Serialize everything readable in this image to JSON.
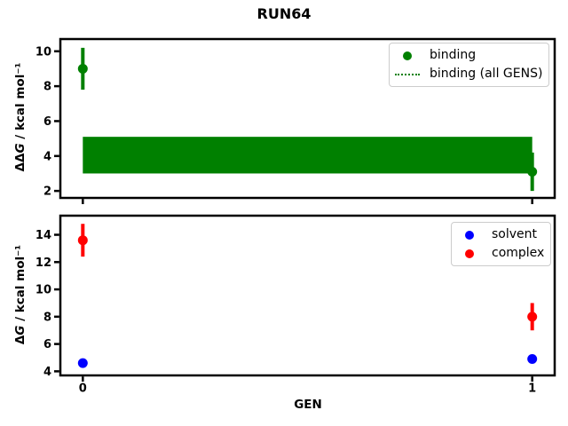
{
  "figure": {
    "title": "RUN64",
    "background": "#ffffff",
    "frame_color": "#000000"
  },
  "chart_data": [
    {
      "type": "scatter",
      "position": "top",
      "ylabel": "ΔΔG / kcal mol⁻¹",
      "ylabel_parts": {
        "delta": "ΔΔ",
        "symbol": "G",
        "rest": " / kcal mol⁻¹"
      },
      "xlabel": "",
      "xlim": [
        -0.05,
        1.05
      ],
      "ylim": [
        1.6,
        10.7
      ],
      "yticks": [
        2,
        4,
        6,
        8,
        10
      ],
      "xticks": [
        0,
        1
      ],
      "xticklabels": [
        "",
        ""
      ],
      "grid": false,
      "series": [
        {
          "name": "binding",
          "color": "#008000",
          "marker": "circle",
          "x": [
            0,
            1
          ],
          "y": [
            9.0,
            3.1
          ],
          "yerr": [
            1.2,
            1.1
          ]
        }
      ],
      "band": {
        "label": "binding (all GENS)",
        "color": "#008000",
        "x": [
          0,
          1
        ],
        "y_low": 3.0,
        "y_high": 5.1
      },
      "legend": {
        "position": "upper right",
        "entries": [
          {
            "label": "binding",
            "glyph": "dot",
            "color": "#008000"
          },
          {
            "label": "binding (all GENS)",
            "glyph": "dotted-line",
            "color": "#008000"
          }
        ]
      }
    },
    {
      "type": "scatter",
      "position": "bottom",
      "ylabel": "ΔG / kcal mol⁻¹",
      "ylabel_parts": {
        "delta": "Δ",
        "symbol": "G",
        "rest": " / kcal mol⁻¹"
      },
      "xlabel": "GEN",
      "xlim": [
        -0.05,
        1.05
      ],
      "ylim": [
        3.7,
        15.4
      ],
      "yticks": [
        4,
        6,
        8,
        10,
        12,
        14
      ],
      "xticks": [
        0,
        1
      ],
      "xticklabels": [
        "0",
        "1"
      ],
      "grid": false,
      "series": [
        {
          "name": "solvent",
          "color": "#0000ff",
          "marker": "circle",
          "x": [
            0,
            1
          ],
          "y": [
            4.6,
            4.9
          ],
          "yerr": [
            0.1,
            0.1
          ]
        },
        {
          "name": "complex",
          "color": "#ff0000",
          "marker": "circle",
          "x": [
            0,
            1
          ],
          "y": [
            13.6,
            8.0
          ],
          "yerr": [
            1.2,
            1.0
          ]
        }
      ],
      "legend": {
        "position": "upper right",
        "entries": [
          {
            "label": "solvent",
            "glyph": "dot",
            "color": "#0000ff"
          },
          {
            "label": "complex",
            "glyph": "dot",
            "color": "#ff0000"
          }
        ]
      }
    }
  ]
}
